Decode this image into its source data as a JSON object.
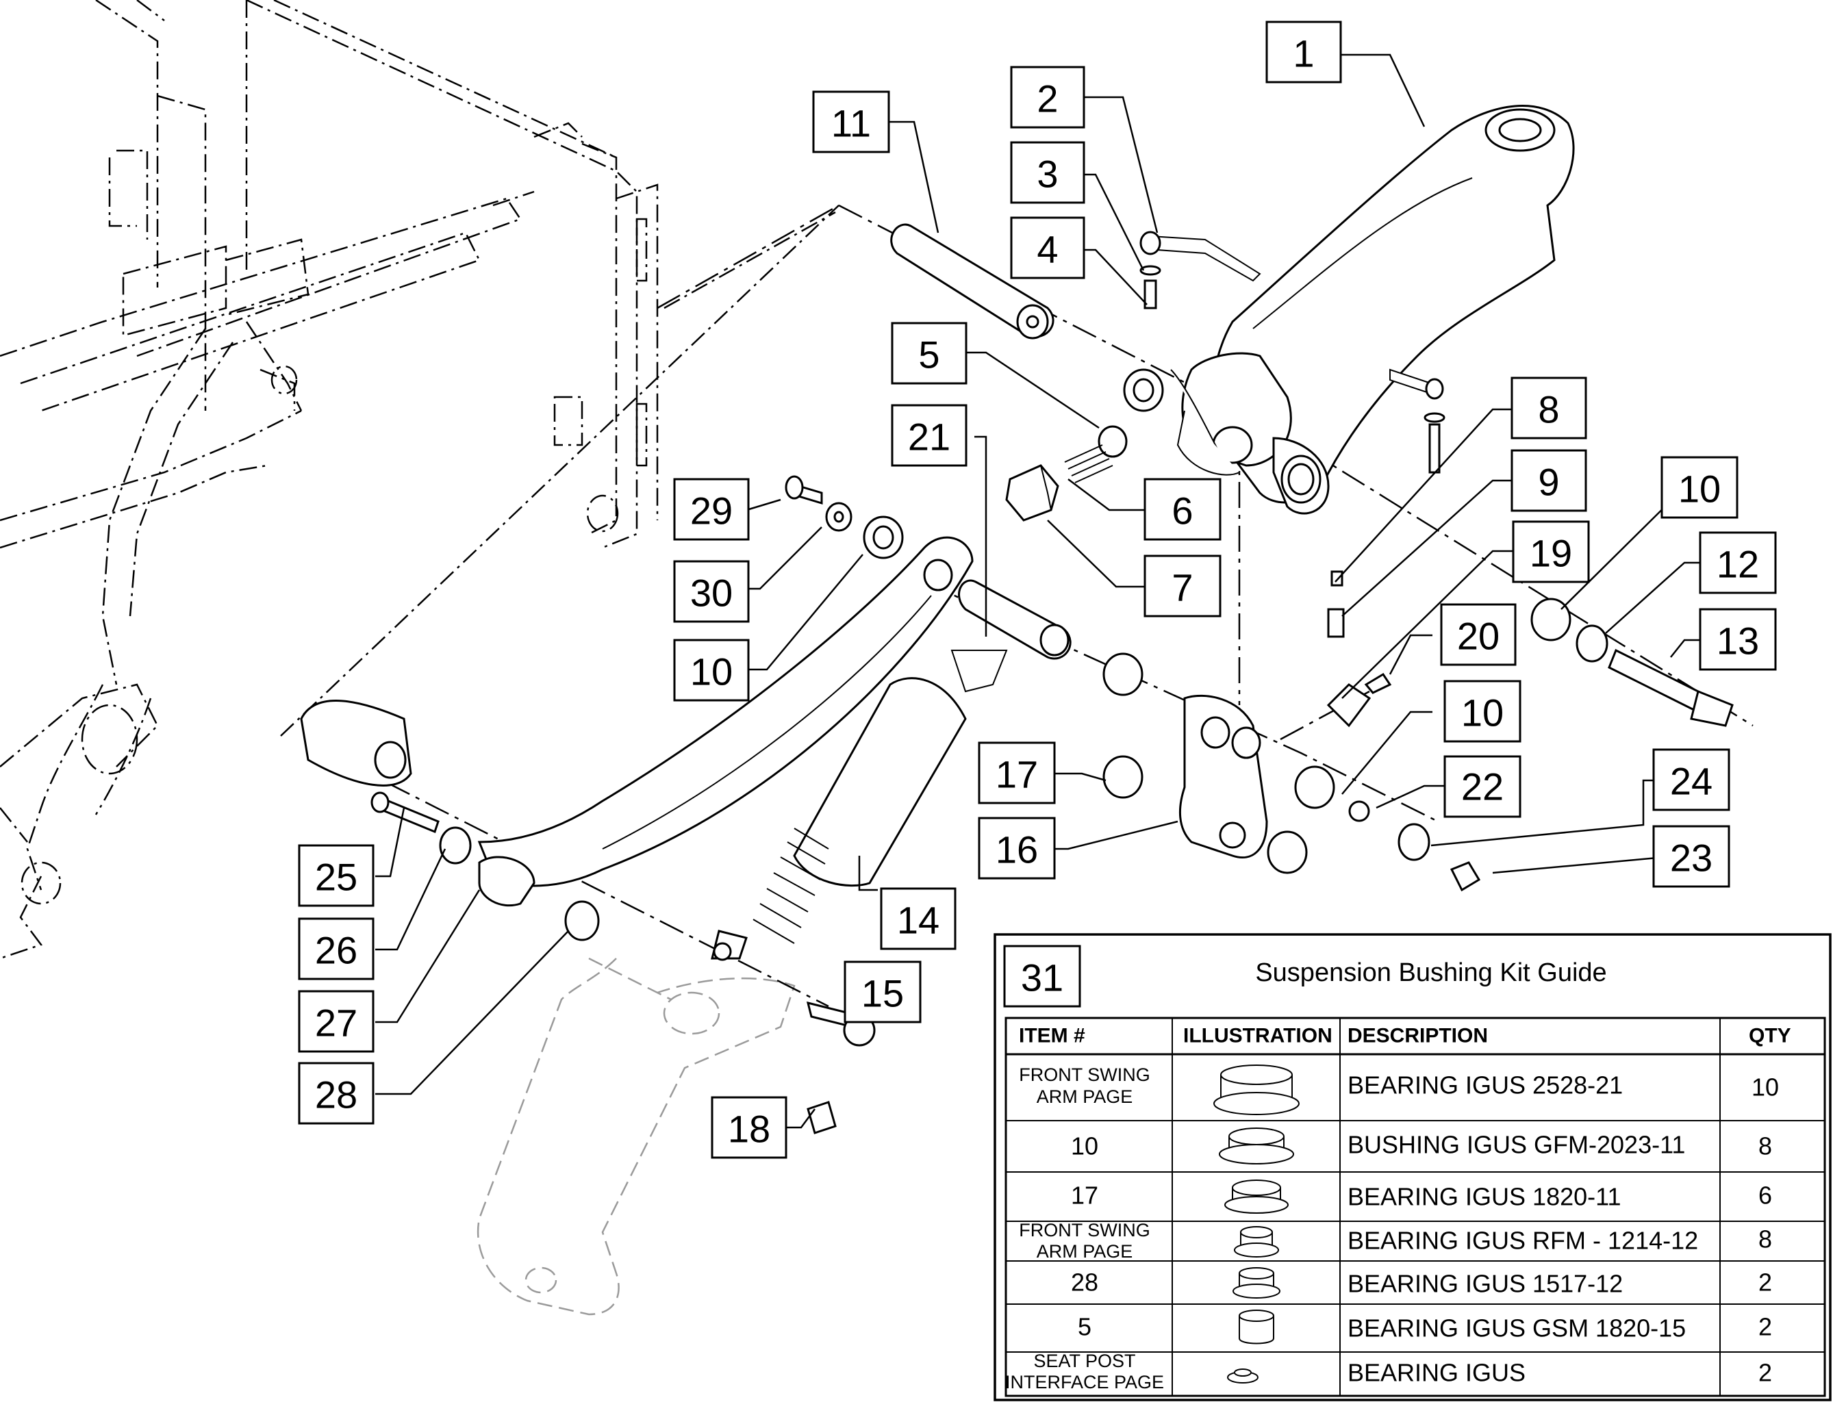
{
  "callouts": [
    {
      "id": "c1",
      "label": "1"
    },
    {
      "id": "c2",
      "label": "2"
    },
    {
      "id": "c3",
      "label": "3"
    },
    {
      "id": "c4",
      "label": "4"
    },
    {
      "id": "c5",
      "label": "5"
    },
    {
      "id": "c6",
      "label": "6"
    },
    {
      "id": "c7",
      "label": "7"
    },
    {
      "id": "c8",
      "label": "8"
    },
    {
      "id": "c9",
      "label": "9"
    },
    {
      "id": "c10a",
      "label": "10"
    },
    {
      "id": "c10b",
      "label": "10"
    },
    {
      "id": "c10c",
      "label": "10"
    },
    {
      "id": "c11",
      "label": "11"
    },
    {
      "id": "c12",
      "label": "12"
    },
    {
      "id": "c13",
      "label": "13"
    },
    {
      "id": "c14",
      "label": "14"
    },
    {
      "id": "c15",
      "label": "15"
    },
    {
      "id": "c16",
      "label": "16"
    },
    {
      "id": "c17",
      "label": "17"
    },
    {
      "id": "c18",
      "label": "18"
    },
    {
      "id": "c19",
      "label": "19"
    },
    {
      "id": "c20",
      "label": "20"
    },
    {
      "id": "c21",
      "label": "21"
    },
    {
      "id": "c22",
      "label": "22"
    },
    {
      "id": "c23",
      "label": "23"
    },
    {
      "id": "c24",
      "label": "24"
    },
    {
      "id": "c25",
      "label": "25"
    },
    {
      "id": "c26",
      "label": "26"
    },
    {
      "id": "c27",
      "label": "27"
    },
    {
      "id": "c28",
      "label": "28"
    },
    {
      "id": "c29",
      "label": "29"
    },
    {
      "id": "c30",
      "label": "30"
    }
  ],
  "kit_guide": {
    "item_number": "31",
    "title": "Suspension Bushing Kit Guide",
    "headers": {
      "item": "ITEM #",
      "illustration": "ILLUSTRATION",
      "description": "DESCRIPTION",
      "qty": "QTY"
    },
    "rows": [
      {
        "item_lines": [
          "FRONT SWING",
          "ARM PAGE"
        ],
        "description": "BEARING IGUS 2528-21",
        "qty": "10"
      },
      {
        "item_lines": [
          "10"
        ],
        "description": "BUSHING IGUS GFM-2023-11",
        "qty": "8"
      },
      {
        "item_lines": [
          "17"
        ],
        "description": "BEARING IGUS 1820-11",
        "qty": "6"
      },
      {
        "item_lines": [
          "FRONT SWING",
          "ARM PAGE"
        ],
        "description": "BEARING IGUS RFM - 1214-12",
        "qty": "8"
      },
      {
        "item_lines": [
          "28"
        ],
        "description": "BEARING IGUS 1517-12",
        "qty": "2"
      },
      {
        "item_lines": [
          "5"
        ],
        "description": "BEARING IGUS GSM 1820-15",
        "qty": "2"
      },
      {
        "item_lines": [
          "SEAT POST",
          "INTERFACE PAGE"
        ],
        "description": "BEARING IGUS",
        "qty": "2"
      }
    ]
  }
}
